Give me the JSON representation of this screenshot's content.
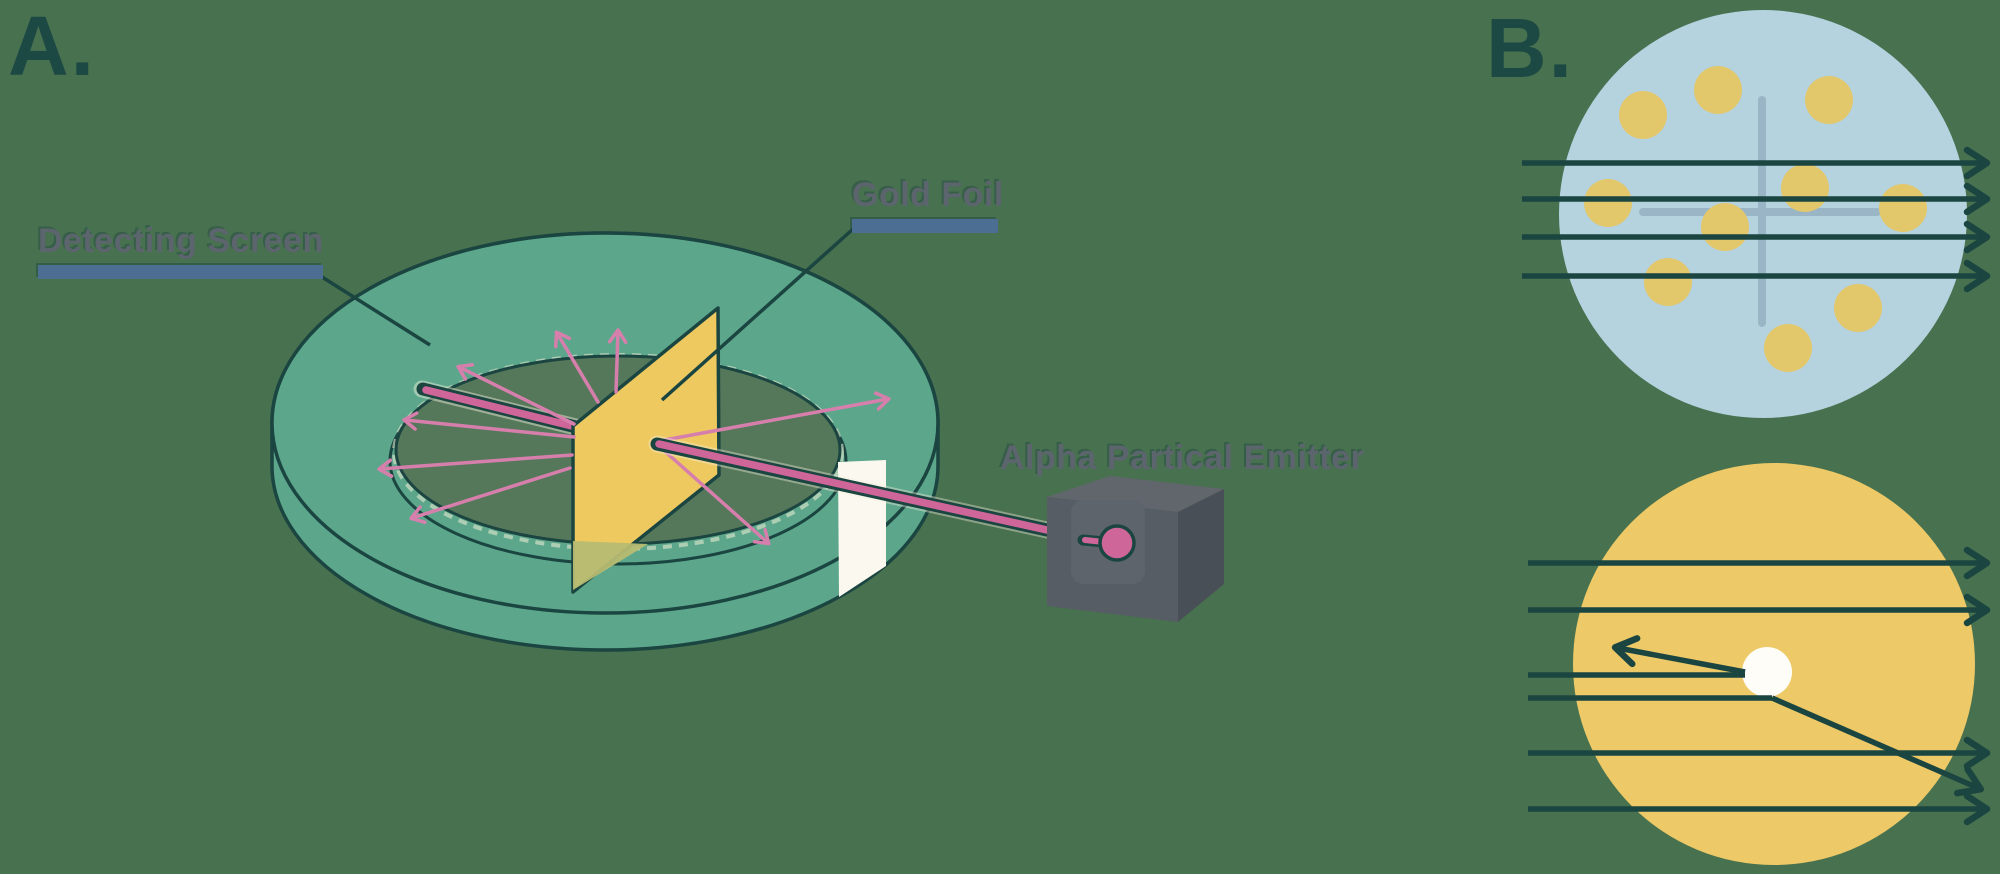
{
  "panels": {
    "a": {
      "index_label": "A.",
      "labels": {
        "detecting_screen": "Detecting Screen",
        "gold_foil": "Gold Foil",
        "alpha_emitter": "Alpha Partical Emitter"
      }
    },
    "b": {
      "index_label": "B."
    }
  },
  "colors": {
    "background": "#48714F",
    "ring_teal": "#5CA78C",
    "outline_dark": "#1B4540",
    "interior_green": "#55785B",
    "foil_yellow": "#EDC960",
    "foil_shadow_olive": "#B7BC72",
    "beam_pink": "#CF6699",
    "ray_pink": "#D77FAC",
    "slit_white": "#FBF8F0",
    "label_text_gray": "#5C646E",
    "label_bar_blue": "#4B6E92",
    "heading_teal": "#1D4944",
    "emitter_gray_front": "#575D64",
    "emitter_gray_top": "#60666C",
    "emitter_gray_side": "#494F56",
    "plum_pudding_blue": "#B5D2DF",
    "atom_dot_yellow": "#E3C76B",
    "nucleus_circle_yellow": "#EDC967",
    "nucleus_white": "#FFFDF7",
    "cross_gray_blue": "#94B0C0"
  }
}
